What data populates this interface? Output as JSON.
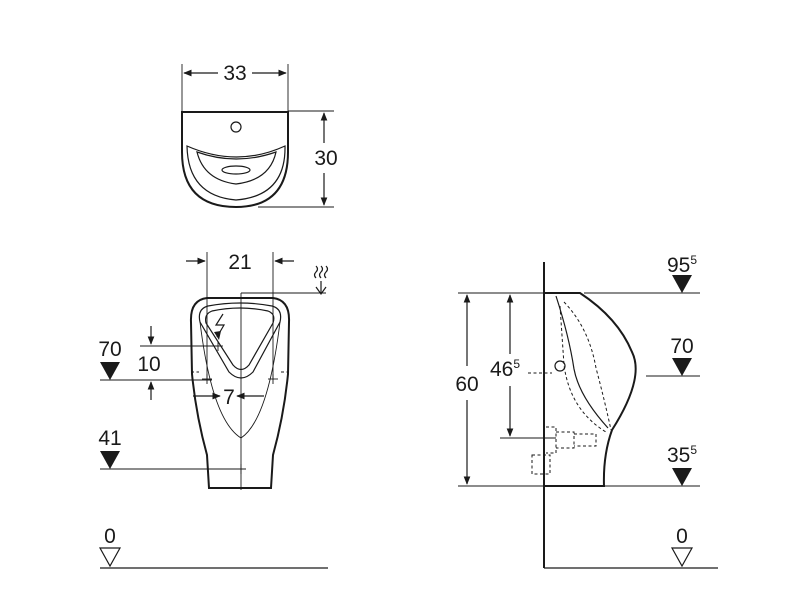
{
  "top_view": {
    "width_label": "33",
    "depth_label": "30"
  },
  "front_view": {
    "spacing_label": "21",
    "outlet_width_label": "7",
    "level_70_label": "70",
    "offset_10_label": "10",
    "level_41_label": "41",
    "floor_label": "0"
  },
  "side_view": {
    "top_level_label": "95",
    "top_level_sup": "5",
    "height_label": "60",
    "inlet_height_label": "46",
    "inlet_height_sup": "5",
    "level_70_label": "70",
    "outlet_level_label": "35",
    "outlet_level_sup": "5",
    "floor_label": "0"
  },
  "icons": [
    "water-supply-icon",
    "electrical-connection-icon",
    "level-marker-icon",
    "floor-level-marker-icon"
  ]
}
